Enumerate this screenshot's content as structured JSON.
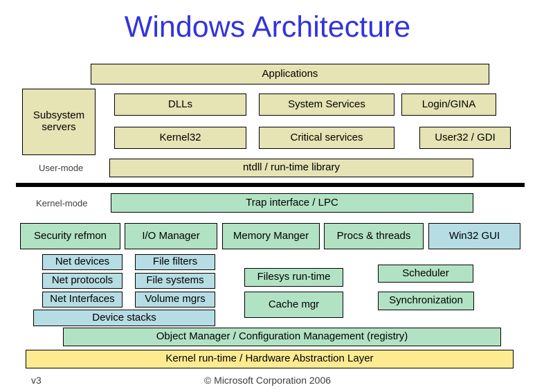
{
  "slide": {
    "title": "Windows Architecture",
    "title_color": "#3333dd",
    "background": "#ffffff"
  },
  "colors": {
    "user_mode_box": "#e6e3b4",
    "kernel_box": "#b2e2c4",
    "driver_box": "#b6dde4",
    "hal_box": "#fdeb92",
    "divider": "#000000",
    "border": "#000000"
  },
  "labels": {
    "user_mode": "User-mode",
    "kernel_mode": "Kernel-mode"
  },
  "user_mode": {
    "applications": "Applications",
    "subsystem_servers": "Subsystem servers",
    "subsystem_servers_line1": "Subsystem",
    "subsystem_servers_line2": "servers",
    "dlls": "DLLs",
    "system_services": "System Services",
    "login_gina": "Login/GINA",
    "kernel32": "Kernel32",
    "critical_services": "Critical services",
    "user32_gdi": "User32 / GDI",
    "ntdll": "ntdll / run-time library"
  },
  "kernel_mode": {
    "trap_interface": "Trap interface / LPC",
    "executive": [
      {
        "label": "Security refmon",
        "color": "green"
      },
      {
        "label": "I/O Manager",
        "color": "green"
      },
      {
        "label": "Memory Manger",
        "color": "green"
      },
      {
        "label": "Procs & threads",
        "color": "green"
      },
      {
        "label": "Win32 GUI",
        "color": "blue"
      }
    ],
    "net_stack": [
      "Net devices",
      "Net protocols",
      "Net Interfaces"
    ],
    "io_stack": [
      "File filters",
      "File systems",
      "Volume mgrs"
    ],
    "device_stacks": "Device stacks",
    "filesys_runtime": "Filesys run-time",
    "cache_mgr": "Cache mgr",
    "scheduler": "Scheduler",
    "synchronization": "Synchronization",
    "object_manager": "Object Manager / Configuration Management (registry)",
    "hal": "Kernel run-time / Hardware Abstraction Layer"
  },
  "footer": {
    "version": "v3",
    "copyright": "© Microsoft Corporation 2006"
  }
}
